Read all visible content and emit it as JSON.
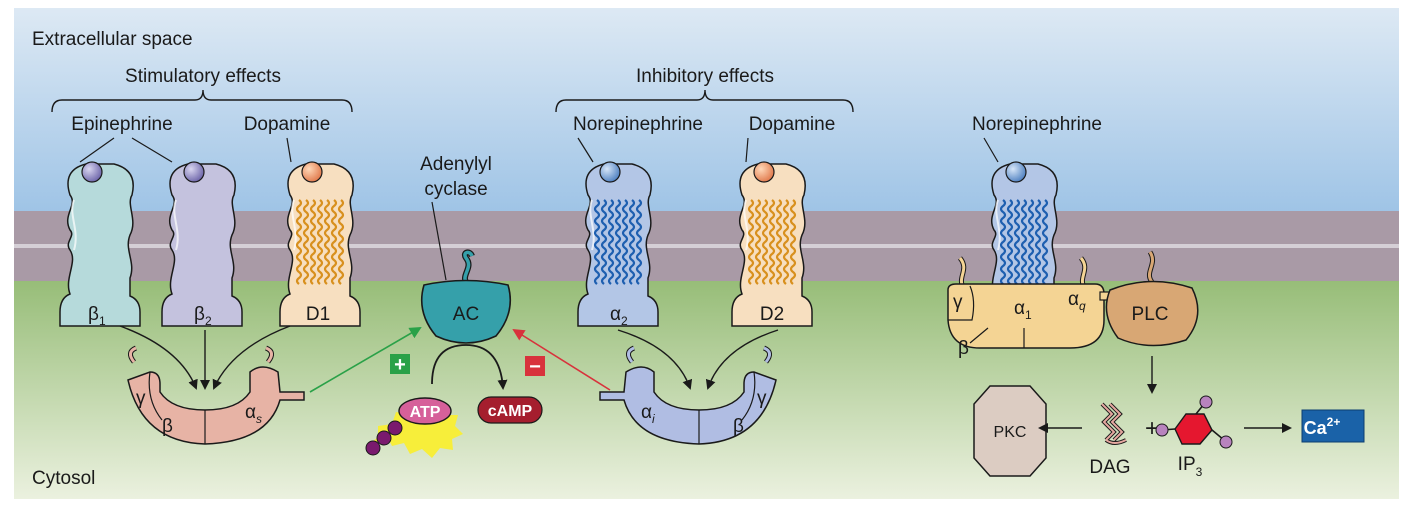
{
  "regions": {
    "extracellular": "Extracellular space",
    "cytosol": "Cytosol"
  },
  "groups": {
    "stimulatory": "Stimulatory effects",
    "inhibitory": "Inhibitory effects"
  },
  "ligands": {
    "epinephrine": "Epinephrine",
    "dopamine_1": "Dopamine",
    "norepinephrine_1": "Norepinephrine",
    "dopamine_2": "Dopamine",
    "norepinephrine_2": "Norepinephrine"
  },
  "receptors": {
    "beta1": "β",
    "beta1_sub": "1",
    "beta2": "β",
    "beta2_sub": "2",
    "d1": "D1",
    "alpha2": "α",
    "alpha2_sub": "2",
    "d2": "D2",
    "alpha1": "α",
    "alpha1_sub": "1"
  },
  "g_proteins": {
    "gamma": "γ",
    "beta": "β",
    "alpha": "α",
    "alpha_s_sub": "s",
    "alpha_i_sub": "i",
    "alpha_q_sub": "q"
  },
  "enzymes": {
    "adenylyl_line1": "Adenylyl",
    "adenylyl_line2": "cyclase",
    "ac": "AC",
    "plc": "PLC",
    "pkc": "PKC"
  },
  "molecules": {
    "atp": "ATP",
    "camp": "cAMP",
    "dag": "DAG",
    "ip": "IP",
    "ip_sub": "3",
    "plus": "+",
    "ca": "Ca",
    "ca_sup": "2+"
  },
  "signs": {
    "plus": "+",
    "minus": "−"
  },
  "colors": {
    "extracellular_top": "#9fc4e6",
    "membrane": "#a99aa6",
    "cytosol": "#9cbf7e",
    "beta1": "#b6dadb",
    "beta2": "#c4c2de",
    "d": "#f7dfc0",
    "alpha2": "#b3c6e6",
    "gs": "#e7b3a5",
    "gi": "#b0bde3",
    "gq": "#f4d494",
    "ac": "#35a0aa",
    "plc": "#d8a774",
    "pkc": "#dcccc2",
    "camp": "#a51e2e",
    "atp": "#d6609a",
    "ca": "#1a62a8",
    "stim_arrow": "#2aa148",
    "inhib_arrow": "#d8323c"
  }
}
